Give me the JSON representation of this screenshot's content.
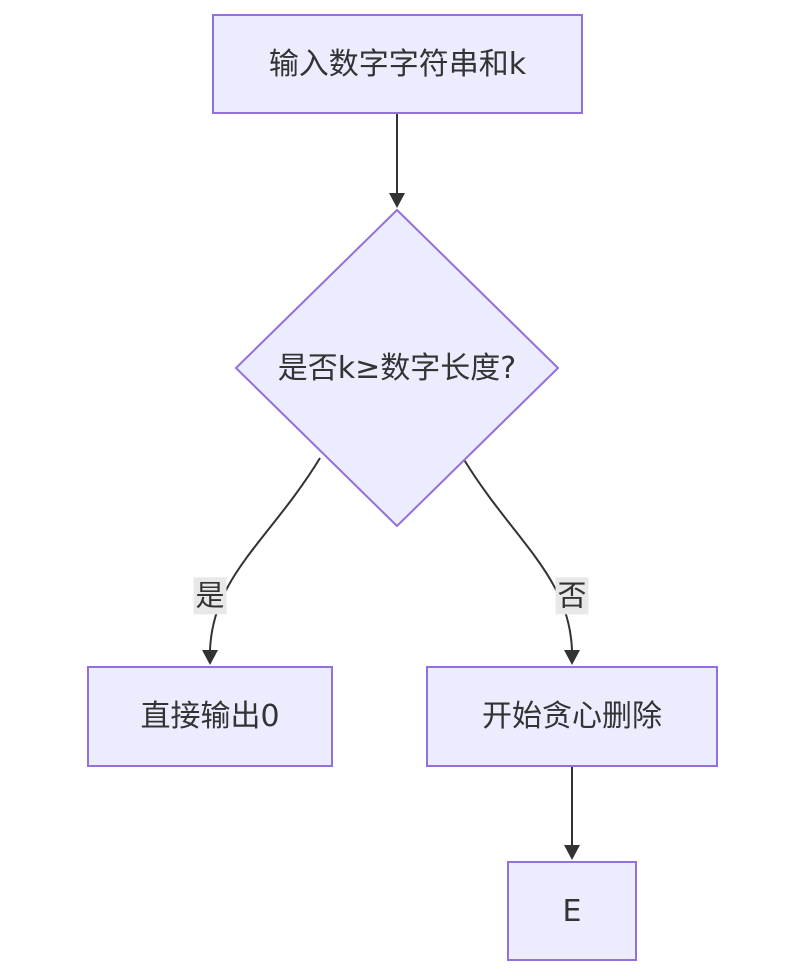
{
  "diagram": {
    "type": "flowchart",
    "direction": "top-down",
    "nodes": [
      {
        "id": "A",
        "shape": "rect",
        "label": "输入数字字符串和k"
      },
      {
        "id": "B",
        "shape": "diamond",
        "label": "是否k≥数字长度?"
      },
      {
        "id": "C",
        "shape": "rect",
        "label": "直接输出0"
      },
      {
        "id": "D",
        "shape": "rect",
        "label": "开始贪心删除"
      },
      {
        "id": "E",
        "shape": "rect",
        "label": "E"
      }
    ],
    "edges": [
      {
        "from": "A",
        "to": "B",
        "label": ""
      },
      {
        "from": "B",
        "to": "C",
        "label": "是"
      },
      {
        "from": "B",
        "to": "D",
        "label": "否"
      },
      {
        "from": "D",
        "to": "E",
        "label": ""
      }
    ],
    "colors": {
      "background": "#ffffff",
      "node_fill": "#ECECFF",
      "node_border": "#9370DB",
      "edge_line": "#333333",
      "edge_label_bg": "#e8e8e8",
      "text": "#333333"
    }
  }
}
